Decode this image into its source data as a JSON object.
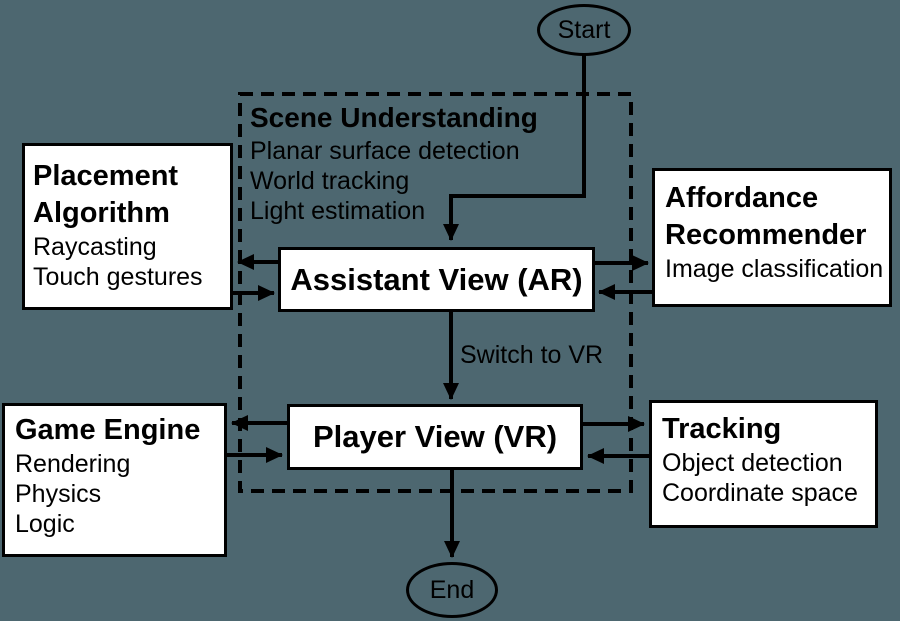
{
  "colors": {
    "background": "#4d6770",
    "node_fill": "#ffffff",
    "line": "#000000"
  },
  "diagram": {
    "nodes": {
      "start": {
        "label": "Start"
      },
      "end": {
        "label": "End"
      },
      "assistant_view": {
        "label": "Assistant View (AR)"
      },
      "player_view": {
        "label": "Player View (VR)"
      },
      "scene_understanding": {
        "title": "Scene Understanding",
        "items": [
          "Planar surface detection",
          "World tracking",
          "Light estimation"
        ]
      },
      "placement_algorithm": {
        "title_lines": [
          "Placement",
          "Algorithm"
        ],
        "items": [
          "Raycasting",
          "Touch gestures"
        ]
      },
      "affordance_recommender": {
        "title_lines": [
          "Affordance",
          "Recommender"
        ],
        "items": [
          "Image classification"
        ]
      },
      "game_engine": {
        "title_lines": [
          "Game Engine"
        ],
        "items": [
          "Rendering",
          "Physics",
          "Logic"
        ]
      },
      "tracking": {
        "title_lines": [
          "Tracking"
        ],
        "items": [
          "Object detection",
          "Coordinate space"
        ]
      }
    },
    "edges": {
      "assistant_to_player_label": "Switch to VR"
    }
  }
}
